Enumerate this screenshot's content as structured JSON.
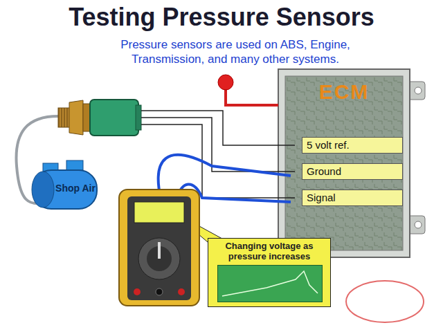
{
  "diagram": {
    "title": "Testing Pressure Sensors",
    "nodes": [
      {
        "text": [
          "ECM"
        ]
      },
      {
        "text": [
          "5 volt ref."
        ],
        "in": 0
      },
      {
        "text": [
          "Ground"
        ],
        "in": 0
      },
      {
        "text": [
          "Signal"
        ],
        "in": 0
      },
      {
        "text": [
          "Shop Air"
        ]
      },
      {
        "text": [
          "Changing voltage as pressure increases"
        ]
      }
    ],
    "labels": [
      "Pressure sensors are used on ABS, Engine, Transmission, and many other systems."
    ]
  }
}
